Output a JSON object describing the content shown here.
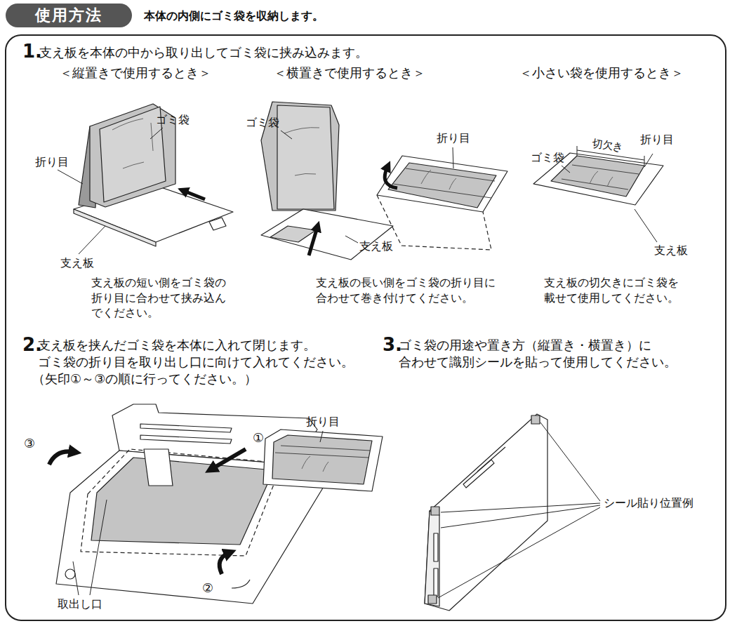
{
  "diagram": {
    "nodes": [
      {
        "text": [
          "使用方法"
        ]
      }
    ],
    "labels": [
      "本体の内側にゴミ袋を収納します。",
      "1.",
      "支え板を本体の中から取り出してゴミ袋に挟み込みます。",
      "＜縦置きで使用するとき＞",
      "＜横置きで使用するとき＞",
      "＜小さい袋を使用するとき＞",
      "ゴミ袋",
      "折り目",
      "支え板",
      "支え板の短い側をゴミ袋の折り目に合わせて挟み込んでください。",
      "ゴミ袋",
      "折り目",
      "支え板",
      "支え板の長い側をゴミ袋の折り目に合わせて巻き付けてください。",
      "ゴミ袋",
      "切欠き",
      "折り目",
      "支え板",
      "支え板の切欠きにゴミ袋を載せて使用してください。",
      "2.",
      "支え板を挟んだゴミ袋を本体に入れて閉じます。",
      "ゴミ袋の折り目を取り出し口に向けて入れてください。",
      "（矢印①～③の順に行ってください。）",
      "①",
      "③",
      "②",
      "取出し口",
      "折り目",
      "3.",
      "ゴミ袋の用途や置き方（縦置き・横置き）に",
      "合わせて識別シールを貼って使用してください。",
      "シール貼り位置例"
    ]
  }
}
